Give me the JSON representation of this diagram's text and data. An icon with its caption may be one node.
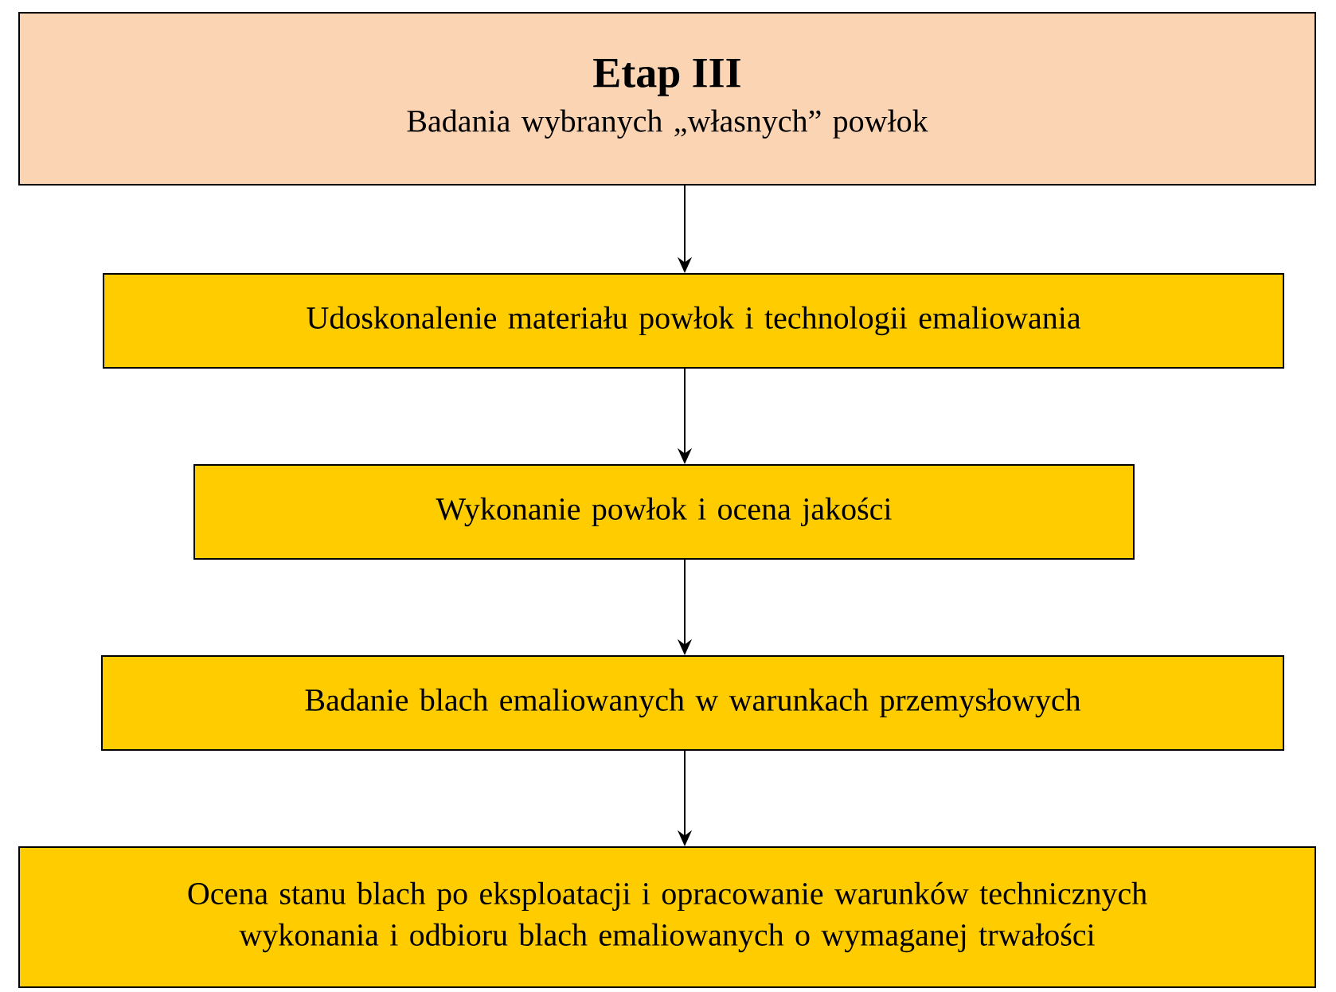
{
  "diagram": {
    "nodes": [
      {
        "text": [
          "Etap III",
          "Badania wybranych „własnych” powłok"
        ]
      },
      {
        "text": [
          "Udoskonalenie materiału powłok i technologii emaliowania"
        ]
      },
      {
        "text": [
          "Wykonanie powłok i ocena jakości"
        ]
      },
      {
        "text": [
          "Badanie blach emaliowanych w warunkach przemysłowych"
        ]
      },
      {
        "text": [
          "Ocena stanu blach po eksploatacji i opracowanie warunków technicznych wykonania i odbioru blach emaliowanych o wymaganej trwałości"
        ]
      }
    ],
    "edges": [
      {
        "from": 0,
        "to": 1,
        "arrow": "to"
      },
      {
        "from": 1,
        "to": 2,
        "arrow": "to"
      },
      {
        "from": 2,
        "to": 3,
        "arrow": "to"
      },
      {
        "from": 3,
        "to": 4,
        "arrow": "to"
      }
    ]
  }
}
